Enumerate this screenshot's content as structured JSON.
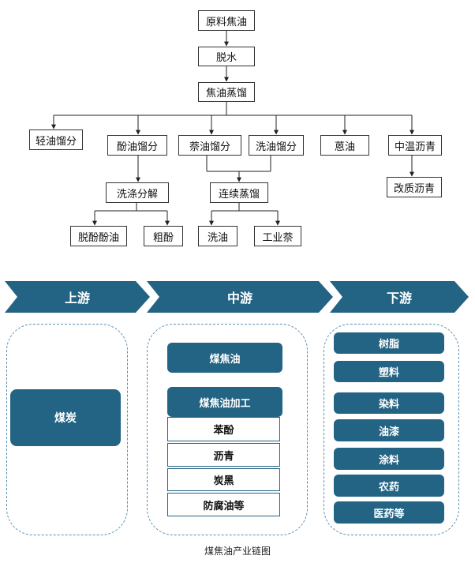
{
  "flow": {
    "raw": "原料焦油",
    "dehydrate": "脱水",
    "distill": "焦油蒸馏",
    "fractions": [
      "轻油馏分",
      "酚油馏分",
      "萘油馏分",
      "洗油馏分",
      "蒽油",
      "中温沥青"
    ],
    "wash_decompose": "洗涤分解",
    "continuous_distill": "连续蒸馏",
    "modified_pitch": "改质沥青",
    "dephenol_oil": "脱酚酚油",
    "crude_phenol": "粗酚",
    "wash_oil": "洗油",
    "industrial_naphthalene": "工业萘"
  },
  "chain": {
    "upstream": {
      "label": "上游",
      "items": [
        "煤炭"
      ]
    },
    "midstream": {
      "label": "中游",
      "main": "煤焦油",
      "processing": "煤焦油加工",
      "products": [
        "苯酚",
        "沥青",
        "炭黑",
        "防腐油等"
      ]
    },
    "downstream": {
      "label": "下游",
      "items": [
        "树脂",
        "塑料",
        "染料",
        "油漆",
        "涂料",
        "农药",
        "医药等"
      ]
    }
  },
  "caption": "煤焦油产业链图",
  "colors": {
    "tile": "#236383",
    "chevron": "#236383",
    "panel_border": "#5b8fb0",
    "box_border": "#333333"
  }
}
